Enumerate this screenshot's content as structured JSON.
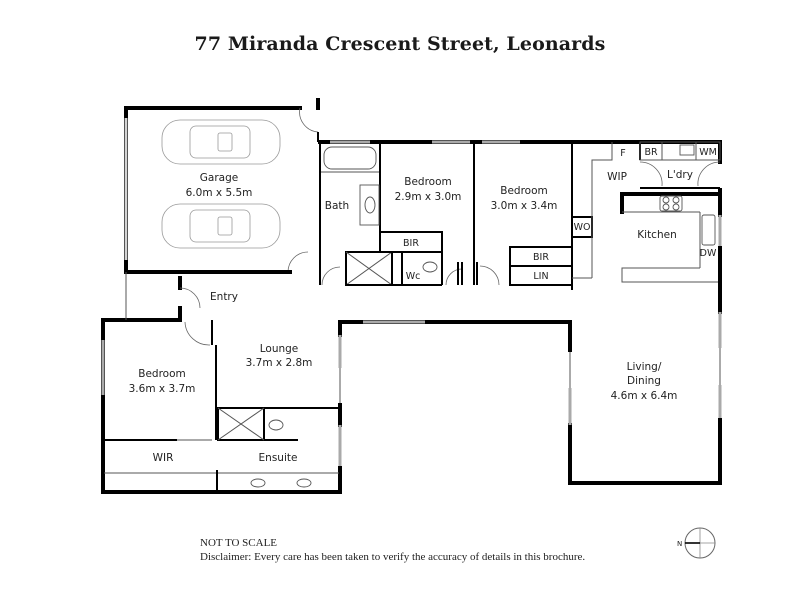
{
  "header": {
    "title": "77 Miranda Crescent Street, Leonards"
  },
  "rooms": {
    "garage": {
      "name": "Garage",
      "size": "6.0m x 5.5m"
    },
    "bath": {
      "name": "Bath"
    },
    "bedroom2": {
      "name": "Bedroom",
      "size": "2.9m x 3.0m"
    },
    "bedroom2_bir": {
      "name": "BIR"
    },
    "wc": {
      "name": "Wc"
    },
    "bedroom3": {
      "name": "Bedroom",
      "size": "3.0m x 3.4m"
    },
    "bedroom3_bir": {
      "name": "BIR"
    },
    "linen": {
      "name": "LIN"
    },
    "wo": {
      "name": "WO"
    },
    "wip": {
      "name": "WIP"
    },
    "fridge": {
      "name": "F"
    },
    "broom": {
      "name": "BR"
    },
    "washing_machine": {
      "name": "WM"
    },
    "laundry": {
      "name": "L'dry"
    },
    "kitchen": {
      "name": "Kitchen"
    },
    "dishwasher": {
      "name": "DW"
    },
    "entry": {
      "name": "Entry"
    },
    "master_bedroom": {
      "name": "Bedroom",
      "size": "3.6m x 3.7m"
    },
    "lounge": {
      "name": "Lounge",
      "size": "3.7m x 2.8m"
    },
    "wir": {
      "name": "WIR"
    },
    "ensuite": {
      "name": "Ensuite"
    },
    "living": {
      "name_line1": "Living/",
      "name_line2": "Dining",
      "size": "4.6m x 6.4m"
    }
  },
  "footer": {
    "scale_note": "NOT TO SCALE",
    "disclaimer": "Disclaimer: Every care has been taken to verify the accuracy of details in this brochure."
  },
  "compass": {
    "north_label": "N",
    "icon": "north-compass-icon"
  },
  "colors": {
    "wall": "#000000",
    "window": "#aaaaaa",
    "fixture": "#555555",
    "text": "#222222"
  }
}
